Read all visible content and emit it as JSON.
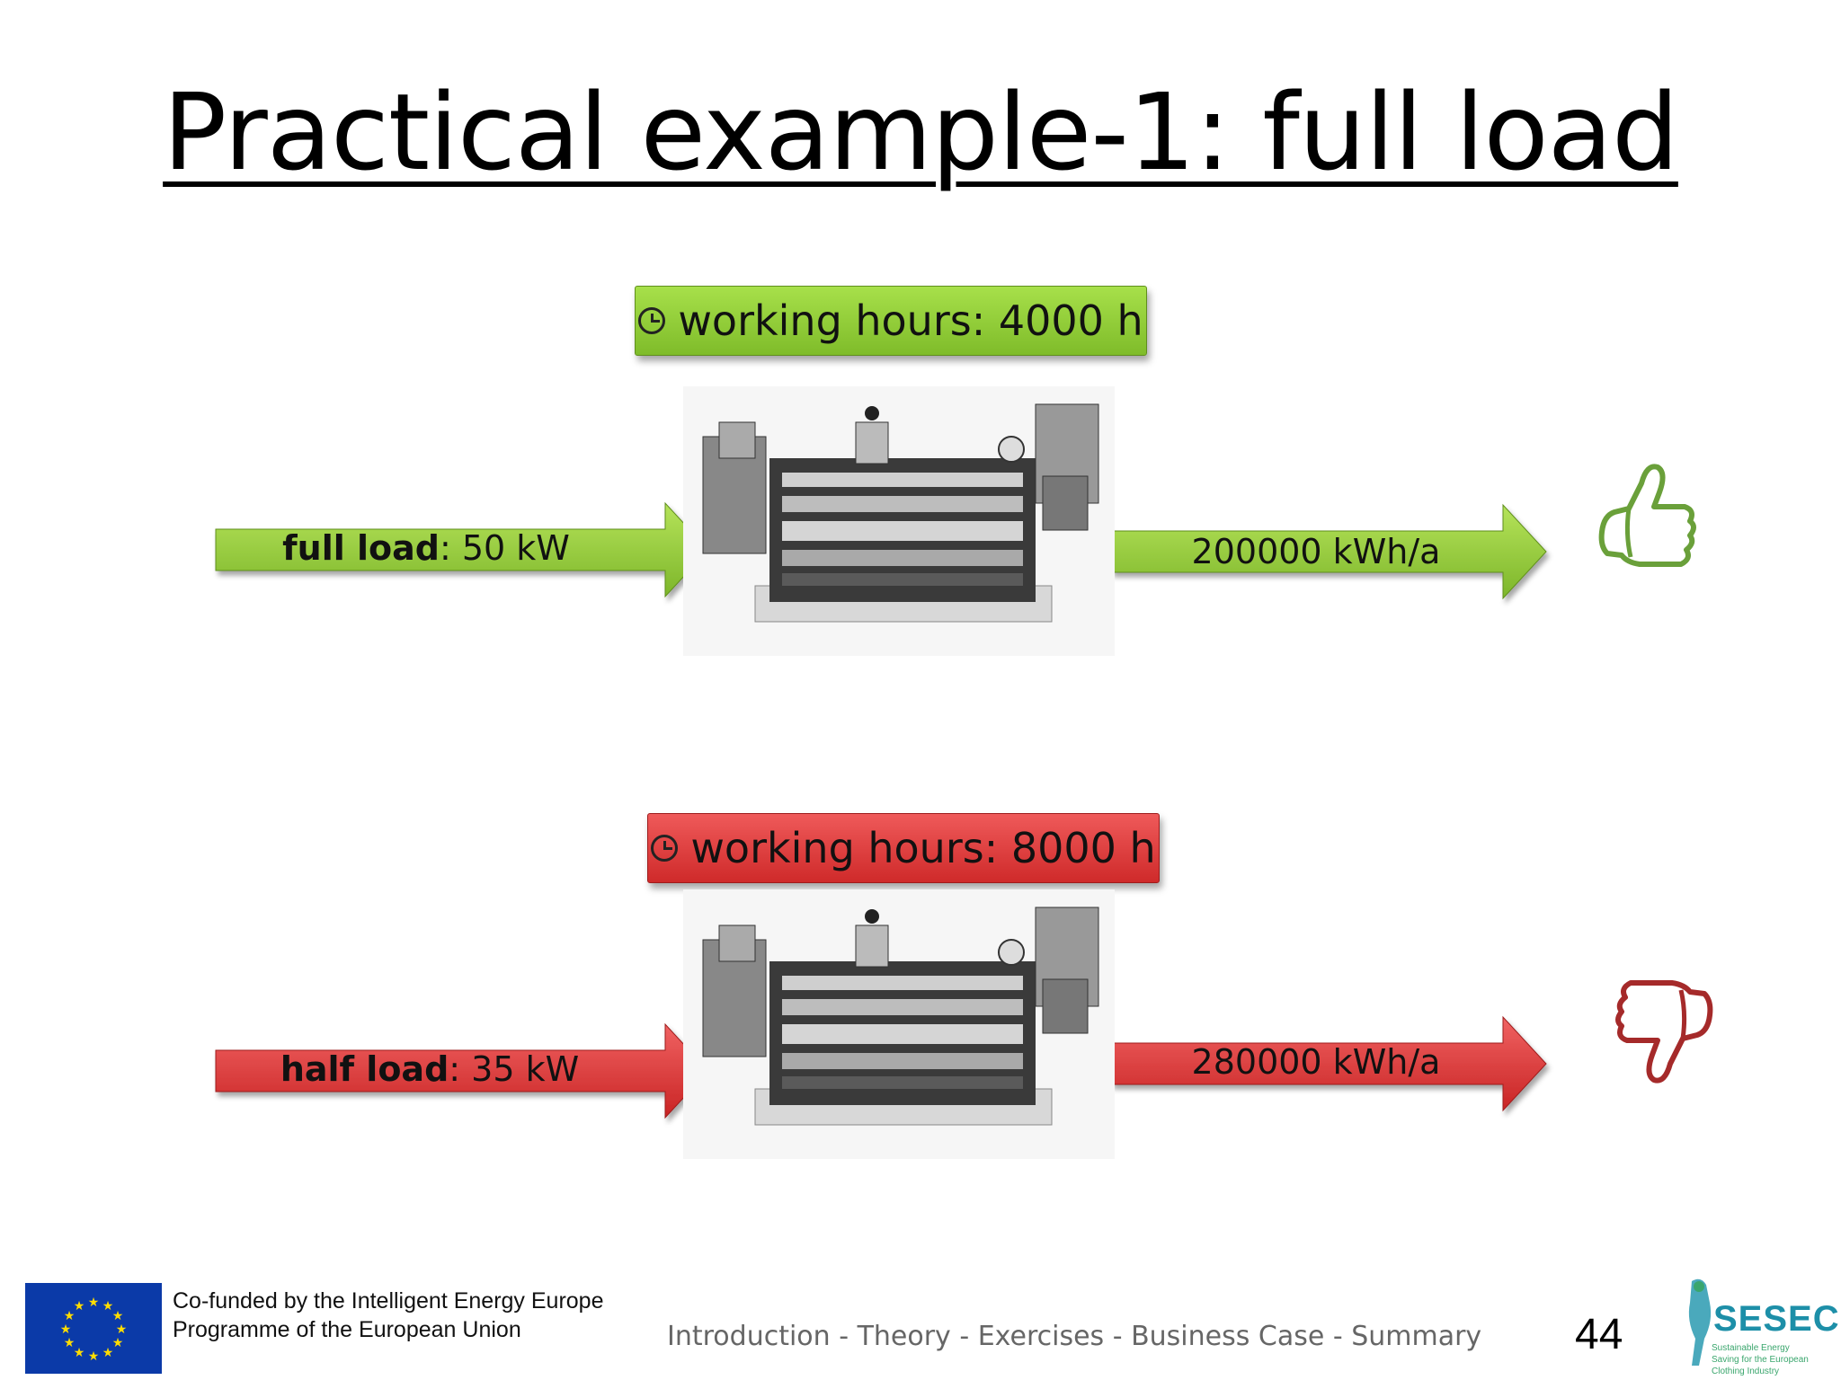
{
  "title": "Practical example-1: full load",
  "scenario_full": {
    "hours_label": "working hours: 4000 h",
    "input_bold": "full load",
    "input_rest": ": 50 kW",
    "output": "200000 kWh/a",
    "verdict_icon": "thumbs-up-icon",
    "color": "#8cc63f"
  },
  "scenario_half": {
    "hours_label": "working hours: 8000 h",
    "input_bold": "half load",
    "input_rest": ": 35 kW",
    "output": "280000 kWh/a",
    "verdict_icon": "thumbs-down-icon",
    "color": "#e03a3a"
  },
  "footer": {
    "funding_line1": "Co-funded by the Intelligent Energy Europe",
    "funding_line2": "Programme of the European Union",
    "nav": "Introduction - Theory - Exercises - Business Case - Summary",
    "page_number": "44",
    "logo_text": "SESEC",
    "logo_sub": "Sustainable Energy Saving for the European Clothing Industry"
  }
}
